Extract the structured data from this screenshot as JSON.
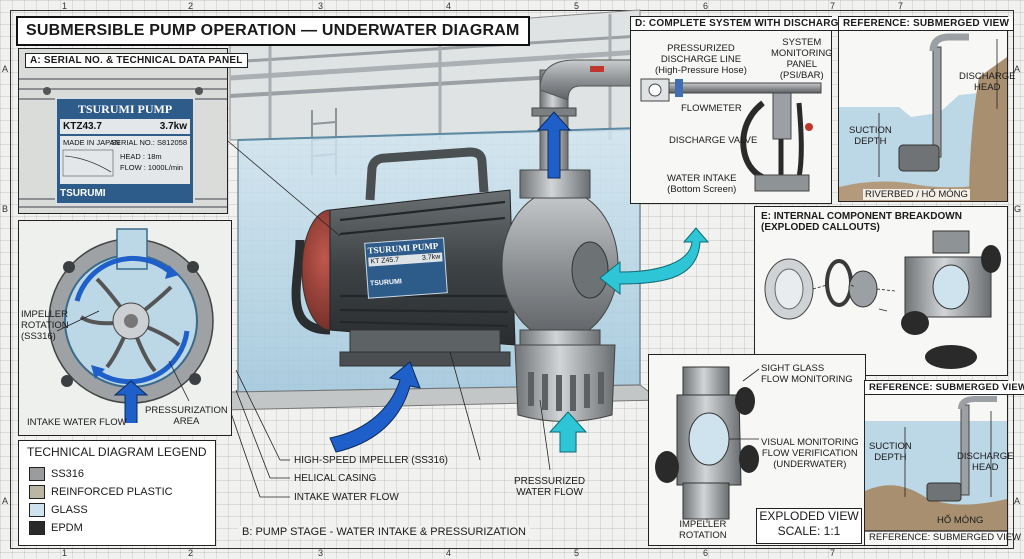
{
  "title": "SUBMERSIBLE PUMP OPERATION — UNDERWATER DIAGRAM",
  "ruler": {
    "columns": [
      "1",
      "2",
      "3",
      "4",
      "5",
      "6",
      "7"
    ],
    "rows_left": [
      "A",
      "B",
      "A"
    ],
    "rows_right": [
      "A",
      "G",
      "A"
    ]
  },
  "panel_a": {
    "title": "A: SERIAL NO. & TECHNICAL DATA PANEL",
    "brand": "TSURUMI PUMP",
    "model": "KTZ43.7",
    "power": "3.7kw",
    "made_in": "MADE IN JAPAN",
    "serial": "SERIAL NO.: S812058",
    "head": "HEAD : 18m",
    "flow": "FLOW : 1000L/min",
    "footer_brand": "TSURUMI"
  },
  "impeller_inset": {
    "rotation": "IMPELLER\nROTATION\n(SS316)",
    "intake": "INTAKE WATER FLOW",
    "pressurization": "PRESSURIZATION\nAREA"
  },
  "legend": {
    "title": "TECHNICAL DIAGRAM LEGEND",
    "items": [
      {
        "label": "SS316",
        "color": "#9a9c9e"
      },
      {
        "label": "REINFORCED PLASTIC",
        "color": "#b9b6a4"
      },
      {
        "label": "GLASS",
        "color": "#cfe3ee"
      },
      {
        "label": "EPDM",
        "color": "#2a2a2a"
      }
    ]
  },
  "main": {
    "plate_brand": "TSURUMI PUMP",
    "plate_model": "KT Z45.7",
    "plate_power": "3.7kw",
    "plate_footer": "TSURUMI",
    "callouts": {
      "impeller": "HIGH-SPEED IMPELLER (SS316)",
      "casing": "HELICAL CASING",
      "intake": "INTAKE WATER FLOW",
      "pressurized": "PRESSURIZED\nWATER FLOW"
    },
    "stage_title": "B: PUMP STAGE - WATER INTAKE & PRESSURIZATION"
  },
  "panel_d": {
    "title": "D: COMPLETE SYSTEM WITH DISCHARGE",
    "discharge_line": "PRESSURIZED\nDISCHARGE LINE\n(High-Pressure Hose)",
    "monitoring": "SYSTEM\nMONITORING\nPANEL\n(PSI/BAR)",
    "flowmeter": "FLOWMETER",
    "valve": "DISCHARGE VALVE",
    "intake": "WATER INTAKE\n(Bottom Screen)"
  },
  "ref_top": {
    "title": "REFERENCE: SUBMERGED VIEW",
    "discharge_head": "DISCHARGE\nHEAD",
    "suction_depth": "SUCTION\nDEPTH",
    "riverbed": "RIVERBED / HỐ MÓNG"
  },
  "panel_e": {
    "title": "E: INTERNAL COMPONENT BREAKDOWN\n(EXPLODED CALLOUTS)"
  },
  "sight_glass": {
    "sight": "SIGHT GLASS\nFLOW MONITORING",
    "visual": "VISUAL MONITORING\nFLOW VERIFICATION\n(UNDERWATER)",
    "impeller": "IMPELLER\nROTATION"
  },
  "exploded": {
    "line1": "EXPLODED VIEW",
    "line2": "SCALE: 1:1"
  },
  "ref_bottom": {
    "title": "REFERENCE: SUBMERGED VIEW",
    "suction_depth": "SUCTION\nDEPTH",
    "discharge_head": "DISCHARGE\nHEAD",
    "ho_mong": "HỐ MÓNG",
    "footer": "REFERENCE: SUBMERGED VIEW"
  },
  "colors": {
    "water": "#bcd7e6",
    "arrow_blue": "#1f5fc9",
    "arrow_cyan": "#2ec6d6",
    "plate_blue": "#2d5b8a",
    "motor_red": "#a4433a"
  }
}
